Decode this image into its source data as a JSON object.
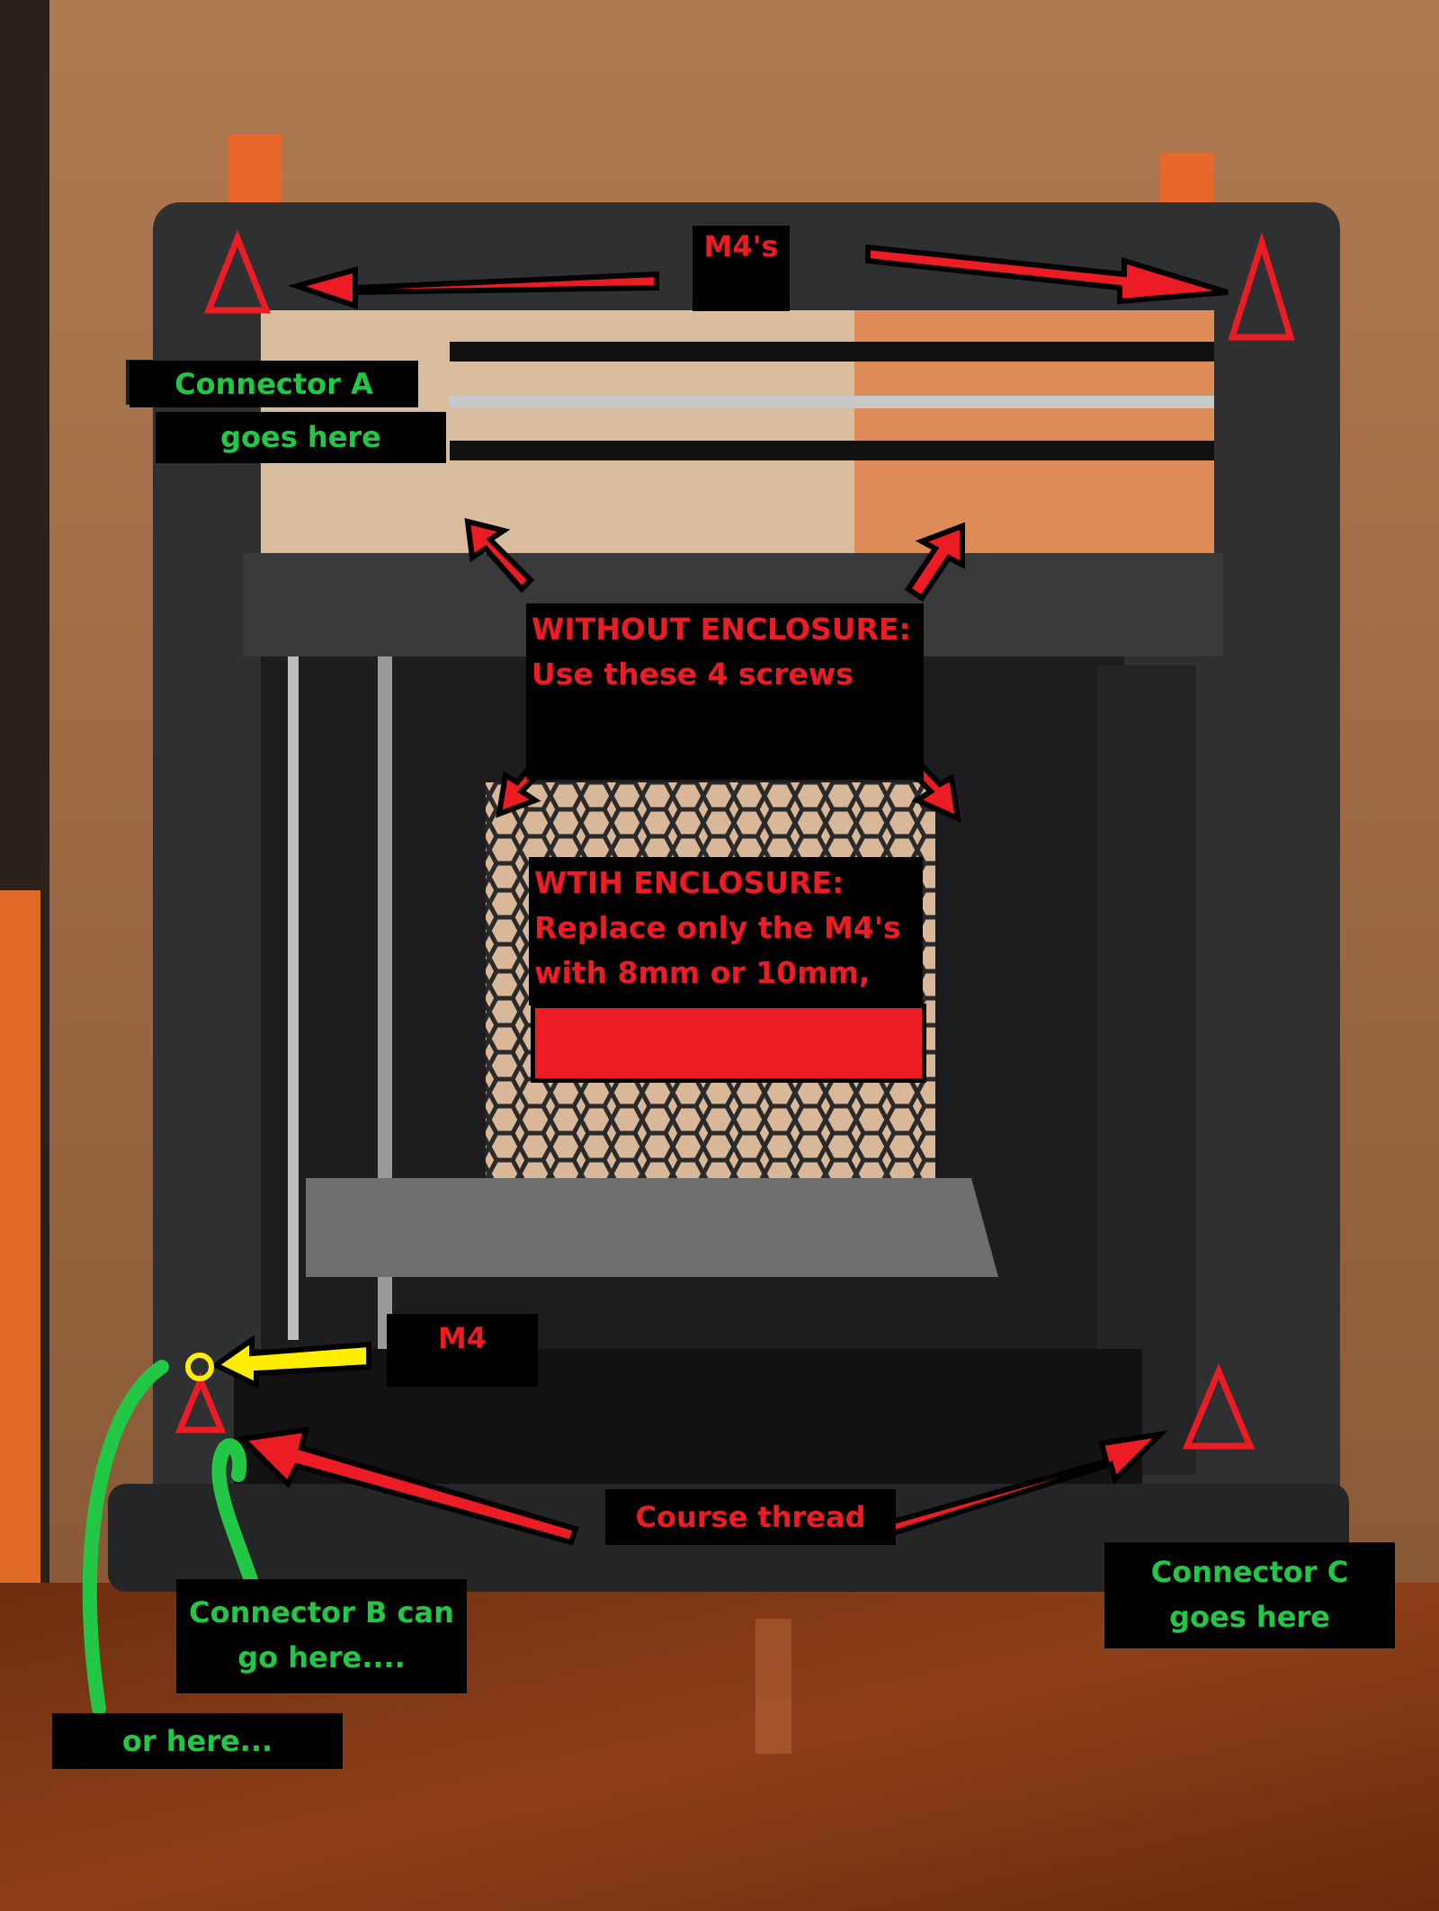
{
  "annotations": {
    "top_screws": "M4's",
    "connector_a_line1": "Connector A",
    "connector_a_line2": "goes here",
    "without_enclosure_title": "WITHOUT ENCLOSURE:",
    "without_enclosure_text": "Use these 4 screws",
    "with_enclosure_title": "WTIH ENCLOSURE:",
    "with_enclosure_line1": "Replace only the M4's",
    "with_enclosure_line2": "with 8mm or 10mm,",
    "bottom_screw": "M4",
    "course_thread": "Course thread",
    "connector_b_line1": "Connector B can",
    "connector_b_line2": "go here....",
    "or_here": "or here...",
    "connector_c_line1": "Connector C",
    "connector_c_line2": "goes here"
  },
  "colors": {
    "annotation_red": "#ec1c24",
    "annotation_green": "#22c845",
    "highlight_yellow": "#ffee00",
    "label_background": "#000000"
  }
}
